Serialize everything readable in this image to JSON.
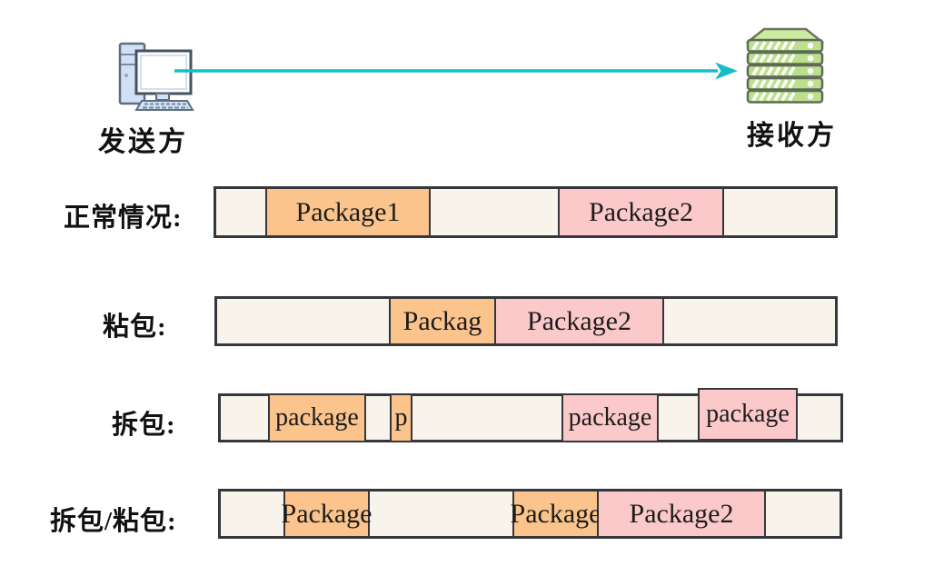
{
  "header": {
    "sender_label": "发送方",
    "receiver_label": "接收方",
    "computer_icon": "desktop-computer",
    "server_icon": "server-stack",
    "arrow_color": "#14bec8"
  },
  "colors": {
    "packet1_orange": "#fac48c",
    "packet2_pink": "#fbc9ca",
    "stream_background": "#f8f4ec",
    "stream_border": "#35373c",
    "server_green": "#bce18d",
    "computer_blue": "#cfe0f7"
  },
  "rows": [
    {
      "label": "正常情况:",
      "segments": [
        {
          "text": "Package1",
          "color": "#fac48c"
        },
        {
          "text": "Package2",
          "color": "#fbc9ca"
        }
      ]
    },
    {
      "label": "粘包:",
      "segments": [
        {
          "text": "Packag",
          "color": "#fac48c"
        },
        {
          "text": "Package2",
          "color": "#fbc9ca"
        }
      ]
    },
    {
      "label": "拆包:",
      "segments": [
        {
          "text": "package",
          "color": "#fac48c"
        },
        {
          "text": "p",
          "color": "#fac48c"
        },
        {
          "text": "package",
          "color": "#fbc9ca"
        },
        {
          "text": "package",
          "color": "#fbc9ca"
        }
      ]
    },
    {
      "label": "拆包/粘包:",
      "segments": [
        {
          "text": "Package",
          "color": "#fac48c"
        },
        {
          "text": "Package",
          "color": "#fac48c"
        },
        {
          "text": "Package2",
          "color": "#fbc9ca"
        }
      ]
    }
  ]
}
